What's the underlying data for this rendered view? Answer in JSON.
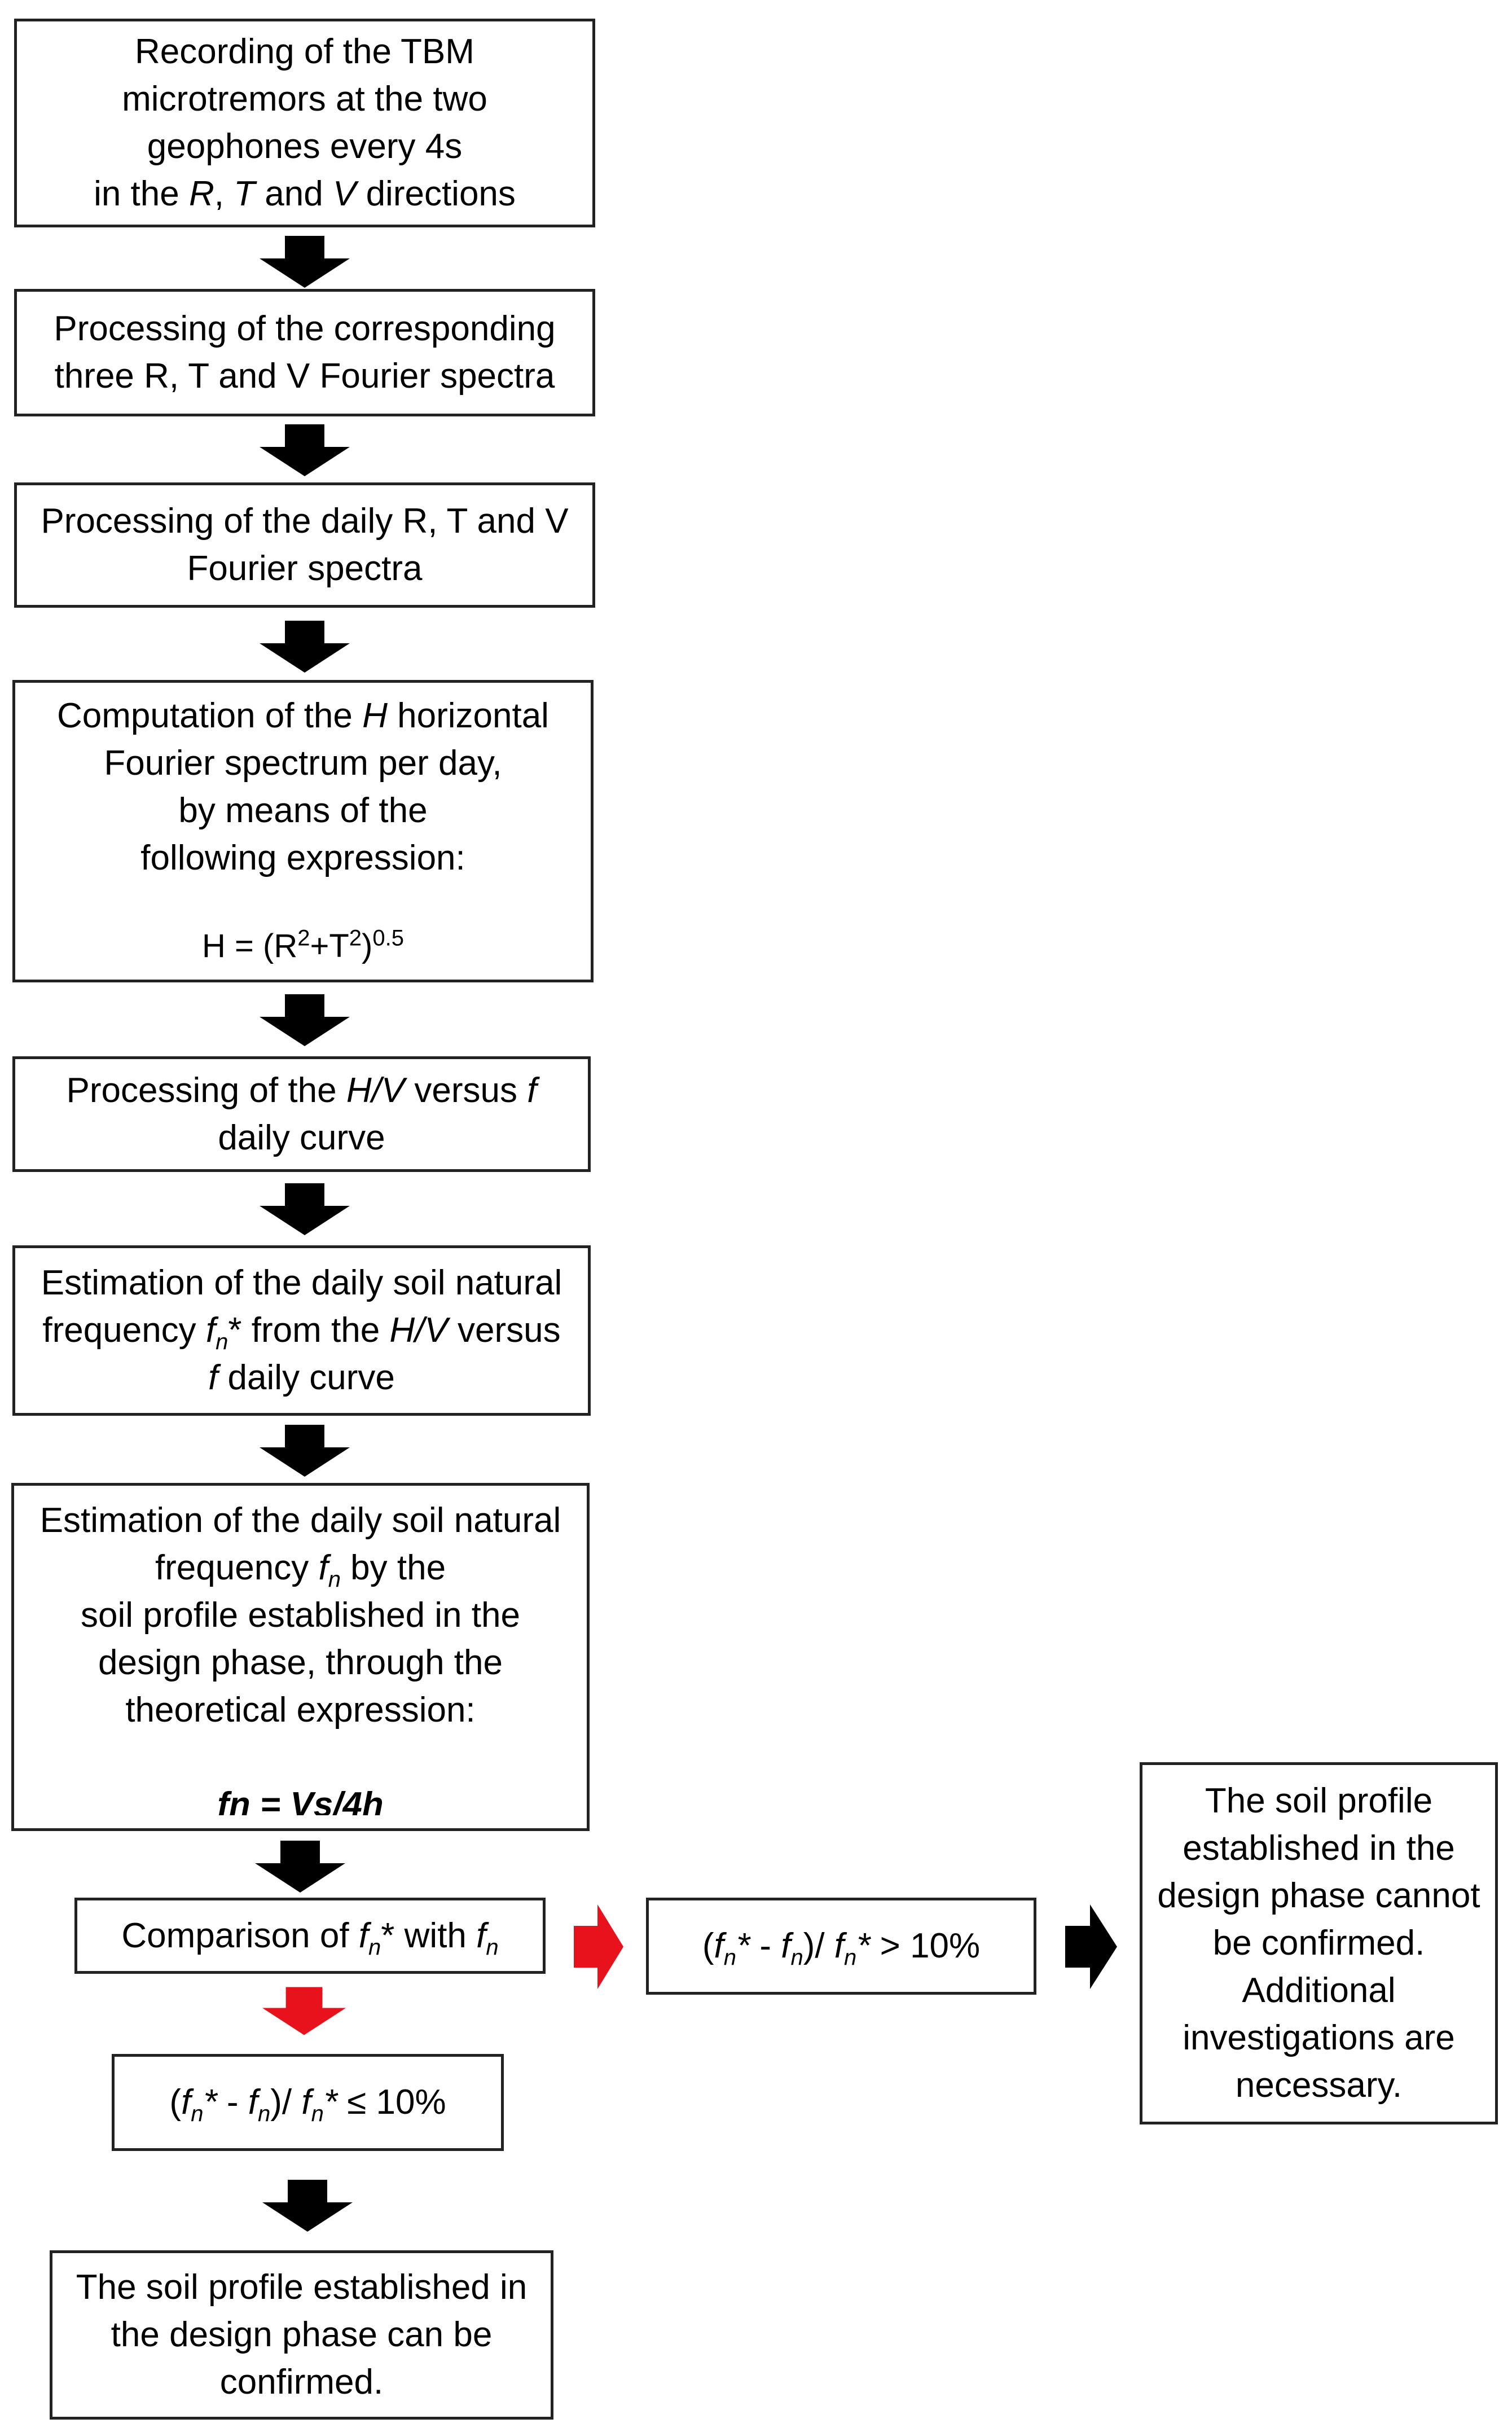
{
  "colors": {
    "box_border": "#222222",
    "arrow_black": "#000000",
    "arrow_red": "#e8121c"
  },
  "boxes": {
    "recording": {
      "lines": [
        "Recording of the TBM",
        "microtremors at the two",
        "geophones every 4s"
      ],
      "line4_prefix": "in the ",
      "R": "R",
      "sep1": ", ",
      "T": "T",
      "sep2": " and ",
      "V": "V",
      "line4_suffix": " directions"
    },
    "processing_fourier": {
      "lines": [
        "Processing of the corresponding",
        "three R, T and V Fourier spectra"
      ]
    },
    "processing_daily": {
      "lines": [
        "Processing of the daily R, T and V",
        "Fourier spectra"
      ]
    },
    "computation_h": {
      "line1_prefix": "Computation of the ",
      "H": "H",
      "line1_suffix": " horizontal",
      "lines": [
        "Fourier spectrum per day,",
        "by means of the",
        "following expression:"
      ],
      "formula_prefix": "H = (R",
      "exp_2a": "2",
      "formula_plus": "+T",
      "exp_2b": "2",
      "formula_close": ")",
      "exp_half": "0.5"
    },
    "processing_hv": {
      "line1_prefix": "Processing of the ",
      "HV": "H/V",
      "line1_mid": " versus ",
      "f": "f",
      "line2": "daily curve"
    },
    "estimation_star": {
      "line1": "Estimation of the daily soil natural",
      "line2_prefix": "frequency ",
      "fn": "f",
      "n": "n",
      "star": "*",
      "line2_mid": " from the ",
      "HV": "H/V",
      "line2_suffix": " versus",
      "line3_f": "f",
      "line3_suffix": " daily curve"
    },
    "estimation_theory": {
      "line1": "Estimation of the daily soil natural",
      "line2_prefix": "frequency ",
      "fn": "f",
      "n": "n",
      "line2_suffix": " by the",
      "lines": [
        "soil profile established in the",
        "design phase, through the",
        "theoretical expression:"
      ],
      "formula": "fn = Vs/4h"
    },
    "comparison": {
      "prefix": "Comparison of ",
      "f1": "f",
      "n1": "n",
      "star": "*",
      "mid": " with ",
      "f2": "f",
      "n2": "n"
    },
    "greater": {
      "open": "(",
      "f1": "f",
      "n1": "n",
      "star1": "*",
      "minus": " - ",
      "f2": "f",
      "n2": "n",
      "close_div": ")/ ",
      "f3": "f",
      "n3": "n",
      "star2": "*",
      "cond": " > 10%"
    },
    "less": {
      "open": "(",
      "f1": "f",
      "n1": "n",
      "star1": "*",
      "minus": " - ",
      "f2": "f",
      "n2": "n",
      "close_div": ")/ ",
      "f3": "f",
      "n3": "n",
      "star2": "*",
      "cond": " ≤ 10%"
    },
    "not_confirmed": {
      "lines": [
        "The soil profile",
        "established in the",
        "design phase cannot",
        "be confirmed.",
        "Additional",
        "investigations are",
        "necessary."
      ]
    },
    "confirmed": {
      "lines": [
        "The soil profile established in",
        "the design phase can be",
        "confirmed."
      ]
    }
  }
}
